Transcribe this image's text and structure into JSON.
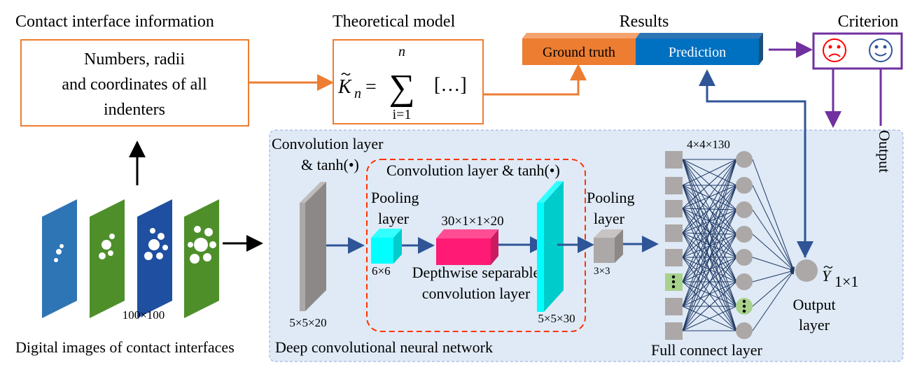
{
  "top": {
    "contact_title": "Contact interface information",
    "contact_box_lines": [
      "Numbers, radii",
      "and coordinates of all",
      "indenters"
    ],
    "model_title": "Theoretical model",
    "formula": {
      "lhs": "K",
      "lhs_sub": "n",
      "eq": "=",
      "sum": "∑",
      "upper": "n",
      "lower": "i=1",
      "body": "[…]"
    },
    "results_title": "Results",
    "ground_truth": "Ground truth",
    "prediction": "Prediction",
    "criterion_title": "Criterion",
    "output_label": "Output"
  },
  "left": {
    "image_size": "100×100",
    "caption": "Digital images of contact interfaces"
  },
  "network": {
    "title": "Deep convolutional neural network",
    "conv1_label_1": "Convolution layer",
    "conv1_label_2": "& tanh(•)",
    "conv1_size": "5×5×20",
    "group_label": "Convolution layer & tanh(•)",
    "pool1_label_1": "Pooling",
    "pool1_label_2": "layer",
    "pool1_size": "6×6",
    "dw_size": "30×1×1×20",
    "dw_label_1": "Depthwise separable",
    "dw_label_2": "convolution  layer",
    "conv2_size": "5×5×30",
    "pool2_label_1": "Pooling",
    "pool2_label_2": "layer",
    "pool2_size": "3×3",
    "fc_size": "4×4×130",
    "fc_label": "Full connect layer",
    "out_symbol": "Y",
    "out_sub": "1×1",
    "out_label_1": "Output",
    "out_label_2": "layer"
  },
  "colors": {
    "orange": "#ed7d31",
    "blue": "#2f5597",
    "purple": "#7030a0",
    "panel": "#dfeaf6",
    "cyan": "#00ffff",
    "pink": "#ff1a75",
    "red_dash": "#ff3300"
  }
}
